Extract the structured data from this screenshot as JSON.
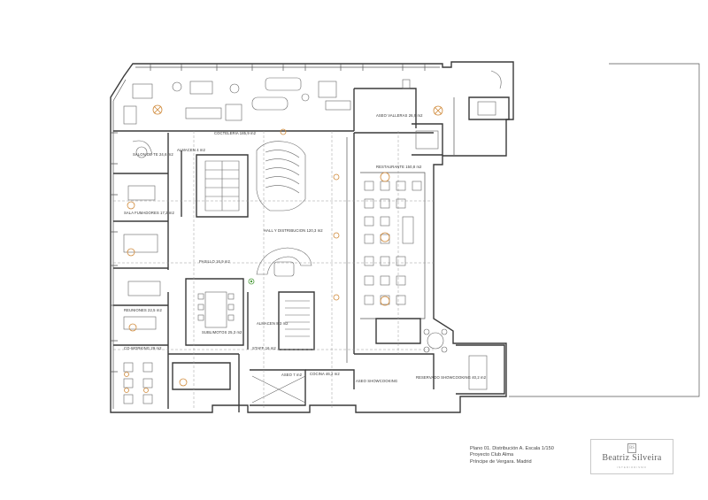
{
  "rooms": {
    "cocteleria": "COCTELERIA 185,9 m2",
    "aseo_valleras": "ASEO VALLERAS 26,9 m2",
    "almacen": "ALMACEN 4 m2",
    "salon_te": "SALON DE TE 24,6 m2",
    "sala_fumadores": "SALA FUMADORES 17,2 m2",
    "hall": "HALL Y DISTRIBUCION 120,3 m2",
    "restaurante": "RESTAURANTE 150,8 m2",
    "reuniones": "REUNIONES 22,5 m2",
    "pasillo": "PASILLO 16,9 m2",
    "coworking": "CO-WORKING 29 m2",
    "sublimotos": "SUBLIMOTOS 25,3 m2",
    "almacen2": "ALMACEN 8,3 m2",
    "staff": "STAFF 16 m2",
    "aseo": "ASEO 7 m2",
    "cocina": "COCINA 46,2 m2",
    "showcooking": "ASEO SHOWCOOKING",
    "reservado": "RESERVADO SHOWCOOKING 40,2 m2"
  },
  "caption": {
    "line1": "Plano  01. Distribución A. Escala 1/150",
    "line2": "Proyecto Club Alma",
    "line3": "Príncipe de Vergara. Madrid"
  },
  "logo": {
    "text": "Beatriz Silveira",
    "mark": "BS",
    "sub": "INTERIORISMO"
  },
  "colors": {
    "wall": "#3a3a3a",
    "lamp": "#d08a3a",
    "plant": "#4a9a3a"
  }
}
